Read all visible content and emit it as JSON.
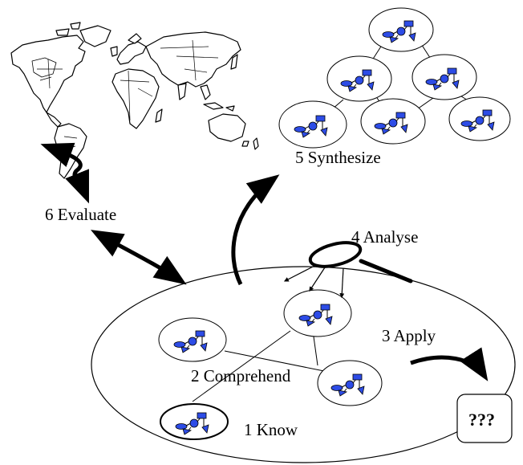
{
  "labels": {
    "know": "1 Know",
    "comprehend": "2 Comprehend",
    "apply": "3 Apply",
    "analyse": "4 Analyse",
    "synthesize": "5 Synthesize",
    "evaluate": "6 Evaluate",
    "unknown_box": "???"
  },
  "colors": {
    "shape_fill": "#2d4ce6",
    "stroke": "#000000",
    "background": "#ffffff"
  },
  "icons": {
    "world_map": "world-map-icon",
    "magnifier": "magnifying-glass-icon",
    "concept": "concept-cluster-icon"
  }
}
